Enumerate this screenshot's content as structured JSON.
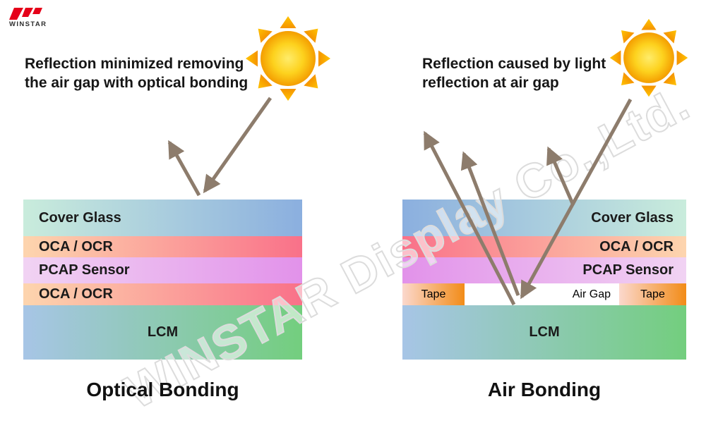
{
  "logo": {
    "text": "WINSTAR",
    "mark_color": "#e50019",
    "text_color": "#2e2e2e"
  },
  "watermark": {
    "text": "WINSTAR Display Co.,Ltd."
  },
  "arrow_color": "#8d7c6c",
  "sun": {
    "core_center": "#ffec6a",
    "core_mid": "#fdd21e",
    "core_edge": "#f49d00",
    "ray_base": "#f59300",
    "ray_tip": "#ffc400"
  },
  "left_panel": {
    "headline_line1": "Reflection minimized removing",
    "headline_line2": "the air gap with optical bonding",
    "title": "Optical Bonding",
    "layers": {
      "cover_glass": {
        "label": "Cover Glass",
        "c1": "#c9ecdc",
        "c2": "#8bafdf"
      },
      "oca_top": {
        "label": "OCA / OCR",
        "c1": "#fdd5ae",
        "c2": "#f97189"
      },
      "pcap": {
        "label": "PCAP Sensor",
        "c1": "#f1d3f3",
        "c2": "#e292ea"
      },
      "oca_bottom": {
        "label": "OCA / OCR",
        "c1": "#fdd5ae",
        "c2": "#f97189"
      },
      "lcm": {
        "label": "LCM",
        "c1": "#a7c5e6",
        "c2": "#73ce7e"
      }
    }
  },
  "right_panel": {
    "headline_line1": "Reflection caused by light",
    "headline_line2": "reflection at air gap",
    "title": "Air Bonding",
    "layers": {
      "cover_glass": {
        "label": "Cover Glass",
        "c1": "#8bafdf",
        "c2": "#c9ecdc"
      },
      "oca_top": {
        "label": "OCA / OCR",
        "c1": "#f97189",
        "c2": "#fdd5ae"
      },
      "pcap": {
        "label": "PCAP Sensor",
        "c1": "#e292ea",
        "c2": "#f1d3f3"
      },
      "tape_left": {
        "label": "Tape",
        "c1": "#fbd8cd",
        "c2": "#f28c18"
      },
      "air_gap": {
        "label": "Air Gap"
      },
      "tape_right": {
        "label": "Tape",
        "c1": "#fbd8cd",
        "c2": "#f28c18"
      },
      "lcm": {
        "label": "LCM",
        "c1": "#a7c5e6",
        "c2": "#73ce7e"
      }
    }
  }
}
